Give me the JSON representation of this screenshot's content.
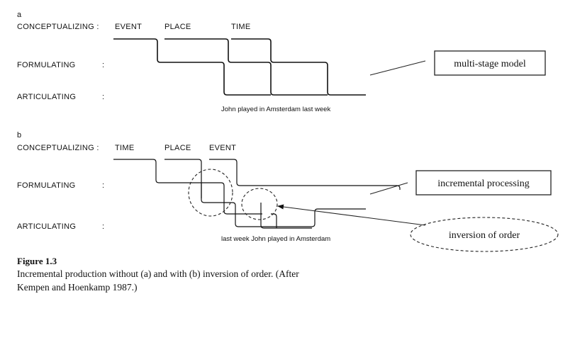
{
  "panel_a": {
    "label": "a",
    "rows": {
      "conceptualizing": "CONCEPTUALIZING :",
      "formulating": "FORMULATING",
      "articulating": "ARTICULATING"
    },
    "colon": ":",
    "concepts": [
      "EVENT",
      "PLACE",
      "TIME"
    ],
    "output": "John  played in Amsterdam  last week"
  },
  "panel_b": {
    "label": "b",
    "rows": {
      "conceptualizing": "CONCEPTUALIZING :",
      "formulating": "FORMULATING",
      "articulating": "ARTICULATING"
    },
    "colon": ":",
    "concepts": [
      "TIME",
      "PLACE",
      "EVENT"
    ],
    "output": "last week John  played  in Amsterdam"
  },
  "callouts": {
    "multi_stage": "multi-stage model",
    "incremental": "incremental processing",
    "inversion": "inversion of order"
  },
  "caption": {
    "title": "Figure 1.3",
    "line1": "Incremental production without (a) and with (b) inversion of order. (After",
    "line2": "Kempen and Hoenkamp 1987.)"
  }
}
